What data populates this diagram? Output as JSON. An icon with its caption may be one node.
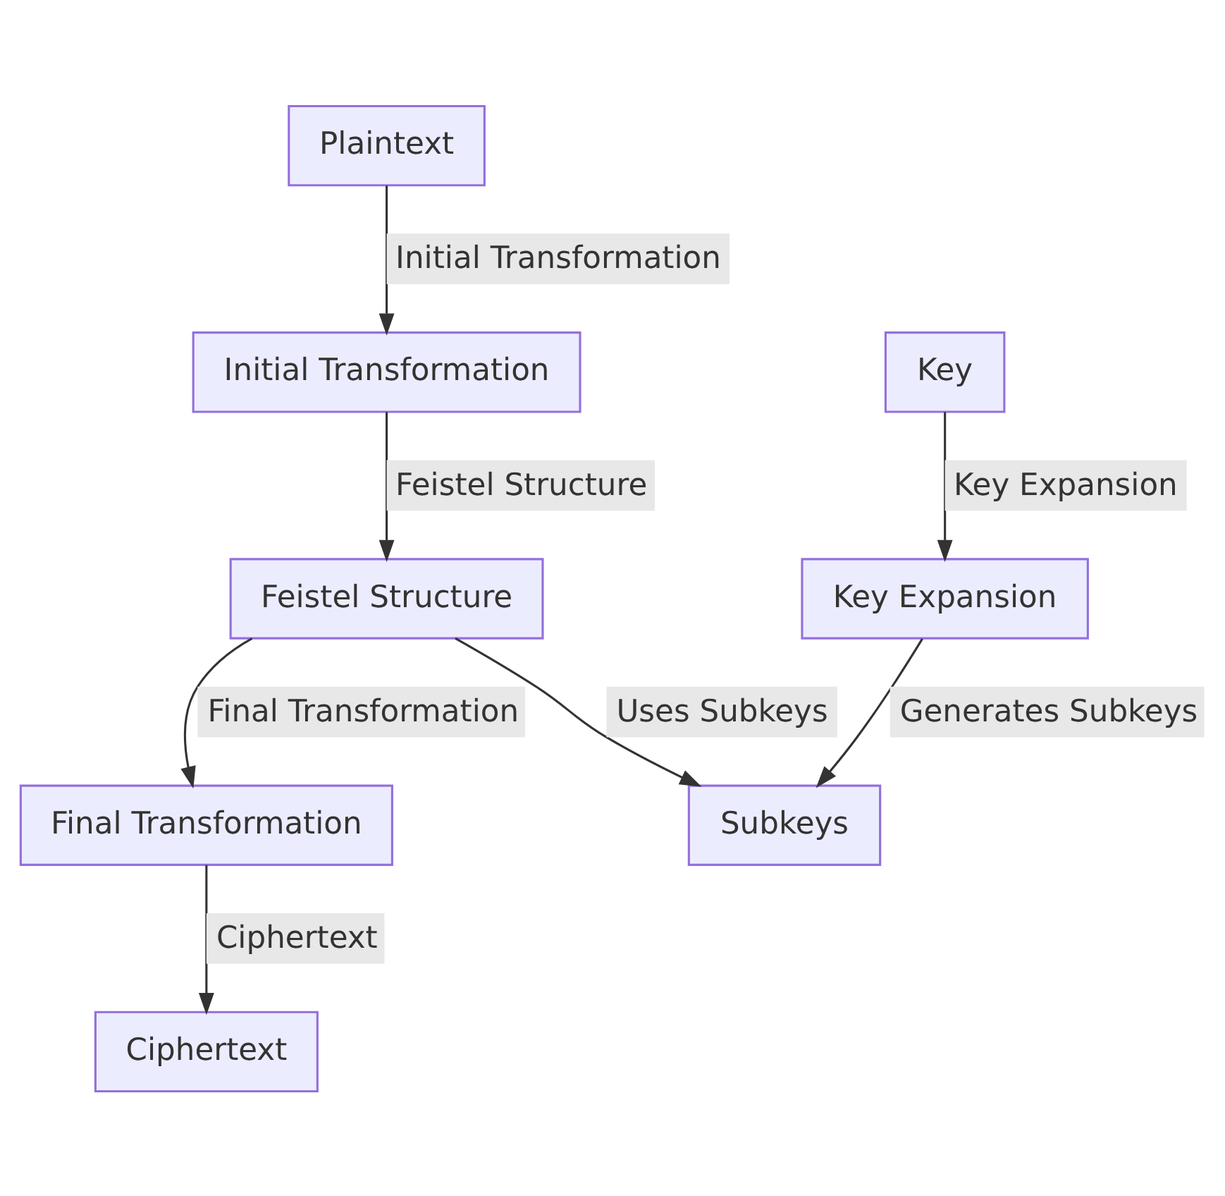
{
  "diagram": {
    "nodes": [
      {
        "text": [
          "Plaintext"
        ]
      },
      {
        "text": [
          "Initial Transformation"
        ]
      },
      {
        "text": [
          "Key"
        ]
      },
      {
        "text": [
          "Key Expansion"
        ]
      },
      {
        "text": [
          "Feistel Structure"
        ]
      },
      {
        "text": [
          "Subkeys"
        ]
      },
      {
        "text": [
          "Final Transformation"
        ]
      },
      {
        "text": [
          "Ciphertext"
        ]
      }
    ],
    "edges": [
      {
        "from": 0,
        "to": 1,
        "arrow": "to",
        "label": "Initial Transformation"
      },
      {
        "from": 1,
        "to": 4,
        "arrow": "to",
        "label": "Feistel Structure"
      },
      {
        "from": 2,
        "to": 3,
        "arrow": "to",
        "label": "Key Expansion"
      },
      {
        "from": 3,
        "to": 5,
        "arrow": "to",
        "label": "Generates Subkeys"
      },
      {
        "from": 4,
        "to": 5,
        "arrow": "to",
        "label": "Uses Subkeys"
      },
      {
        "from": 4,
        "to": 6,
        "arrow": "to",
        "label": "Final Transformation"
      },
      {
        "from": 6,
        "to": 7,
        "arrow": "to",
        "label": "Ciphertext"
      }
    ]
  }
}
